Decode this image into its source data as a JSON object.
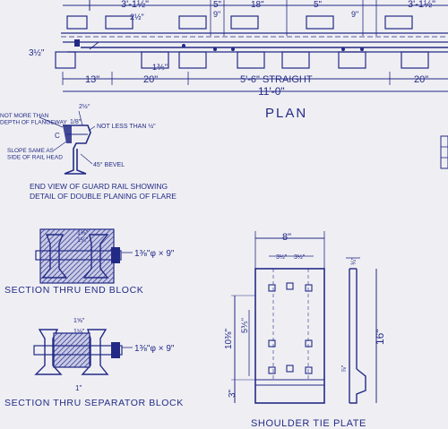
{
  "colors": {
    "paper": "#efeff3",
    "ink": "#232a86",
    "fill": "#2a3190"
  },
  "plan": {
    "title": "PLAN",
    "top_dims": [
      "3'-1½\"",
      "5\"",
      "18\"",
      "5\"",
      "3'-1½\"",
      "9\"",
      "9\"",
      "2½\""
    ],
    "left_offset": "3½\"",
    "tie_spacing": "1⅗\"",
    "dims": [
      "13\"",
      "20\"",
      "5'-6\" STRAIGHT",
      "20\""
    ],
    "overall": "11'-0\""
  },
  "end_view": {
    "note_flangeway": "NOT MORE THAN\nDEPTH OF FLANGEWAY",
    "note_not_less": "NOT LESS THAN ½\"",
    "slope": "SLOPE SAME AS\nSIDE OF RAIL HEAD",
    "bevel": "45° BEVEL",
    "angle": "2½°",
    "c_label": "C",
    "frac": "1/8\"",
    "caption_line1": "END VIEW OF GUARD RAIL SHOWING",
    "caption_line2": "DETAIL OF DOUBLE PLANING OF FLARE"
  },
  "section_end_block": {
    "dims": [
      "1⅛\"",
      "1¼\""
    ],
    "bolt": "1⅜\"φ × 9\"",
    "caption": "SECTION THRU END BLOCK"
  },
  "section_separator": {
    "dims": [
      "1⅝\"",
      "1⅛\""
    ],
    "bolt": "1⅜\"φ × 9\"",
    "gap": "1\"",
    "caption": "SECTION THRU SEPARATOR BLOCK"
  },
  "shoulder_tie_plate": {
    "width": "8\"",
    "inner_dims": [
      "3½\"",
      "3½\""
    ],
    "height": "16\"",
    "left_dims": [
      "10⅜\"",
      "5⅗\"",
      "3\""
    ],
    "thickness": "¾\"",
    "side_dim": "⅞\"",
    "caption": "SHOULDER TIE PLATE"
  }
}
